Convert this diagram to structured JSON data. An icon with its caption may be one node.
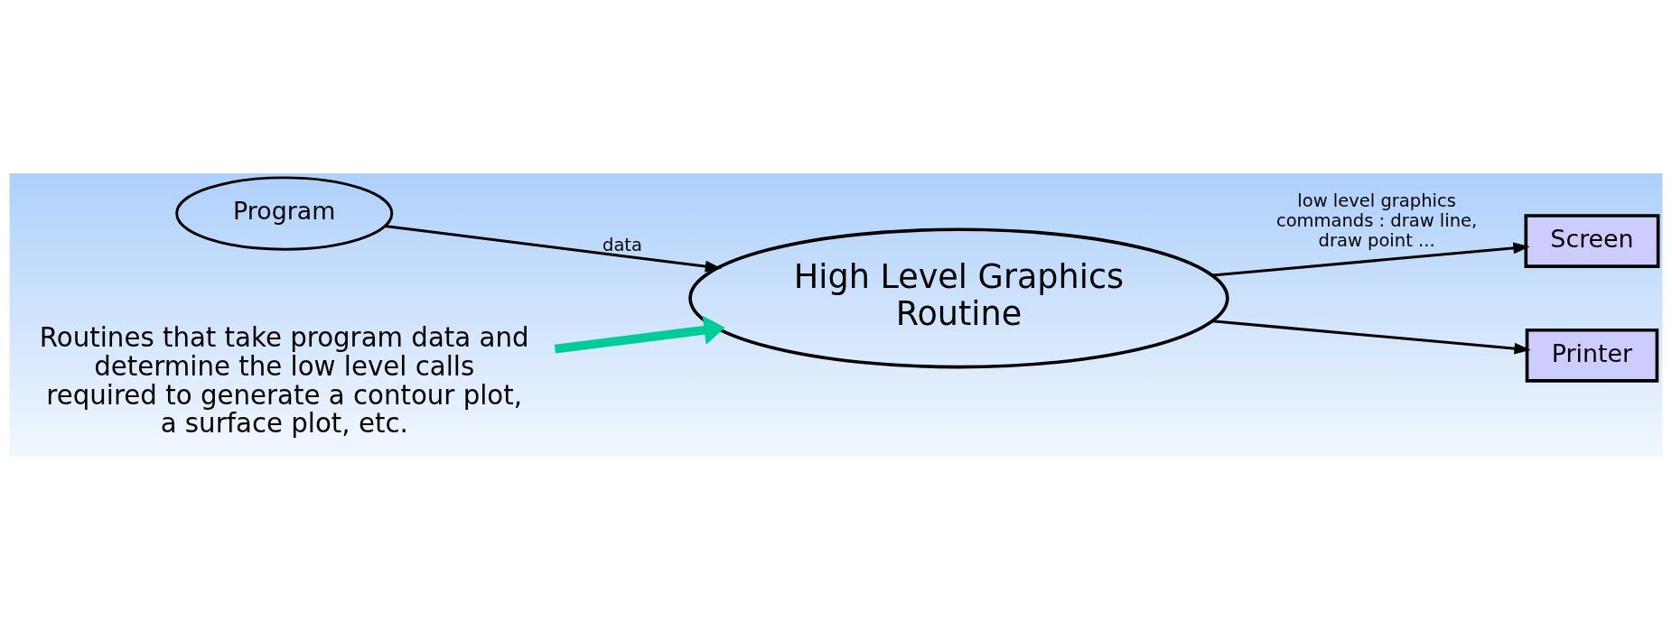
{
  "diagram": {
    "nodes": [
      {
        "text": [
          "Program"
        ]
      },
      {
        "text": [
          "High Level Graphics Routine"
        ]
      },
      {
        "text": [
          "Screen"
        ]
      },
      {
        "text": [
          "Printer"
        ]
      },
      {
        "text": [
          "Routines that take program data and determine the low level calls required to generate a contour plot, a surface plot, etc."
        ]
      }
    ],
    "edges": [
      {
        "from": 0,
        "to": 1,
        "arrow": "to",
        "label": "data"
      },
      {
        "from": 1,
        "to": 2,
        "arrow": "to",
        "label": "low level graphics commands : draw line, draw point ..."
      },
      {
        "from": 1,
        "to": 3,
        "arrow": "to"
      },
      {
        "from": 4,
        "to": 1,
        "arrow": "to",
        "style": "thick",
        "color": "#00cc99"
      }
    ]
  }
}
